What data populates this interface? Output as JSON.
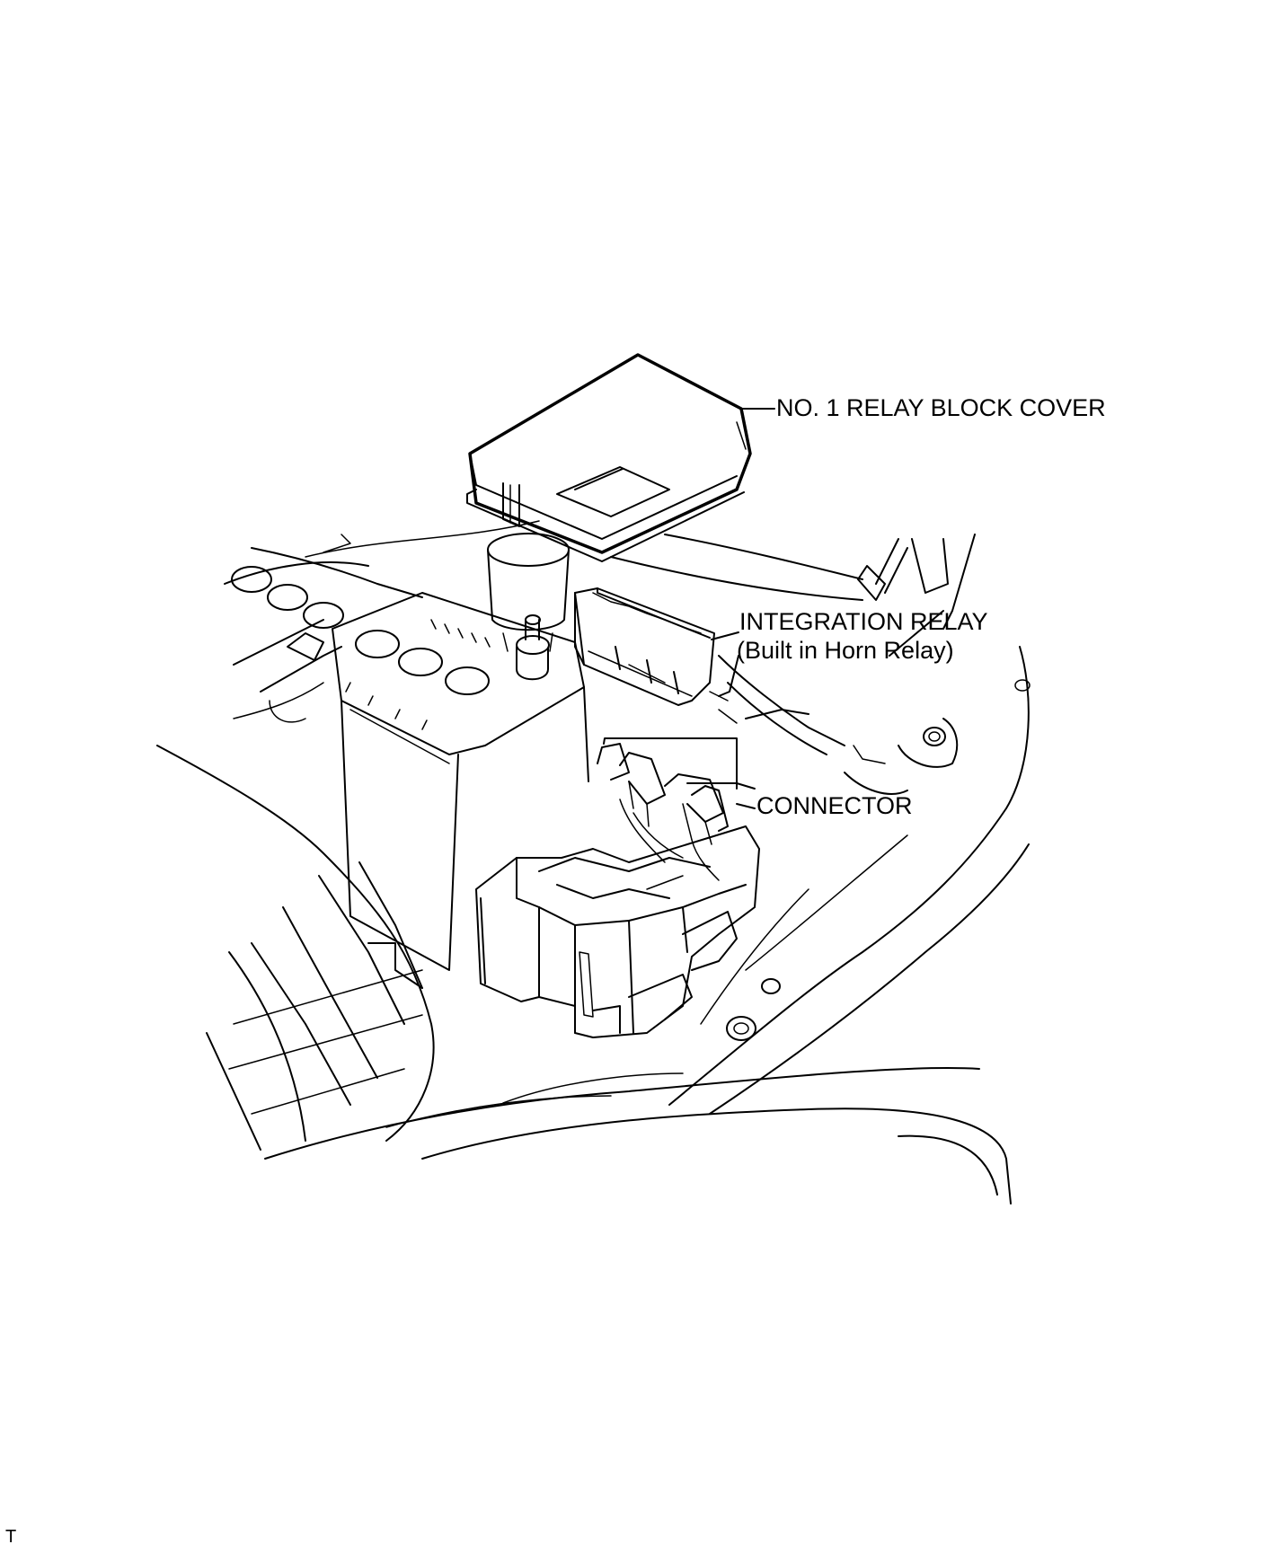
{
  "labels": {
    "relay_block_cover": "NO. 1 RELAY BLOCK COVER",
    "integration_relay_line1": "INTEGRATION RELAY",
    "integration_relay_line2": "(Built in Horn Relay)",
    "connector": "CONNECTOR"
  },
  "figure_code": "T",
  "colors": {
    "ink": "#000000",
    "paper": "#ffffff"
  }
}
